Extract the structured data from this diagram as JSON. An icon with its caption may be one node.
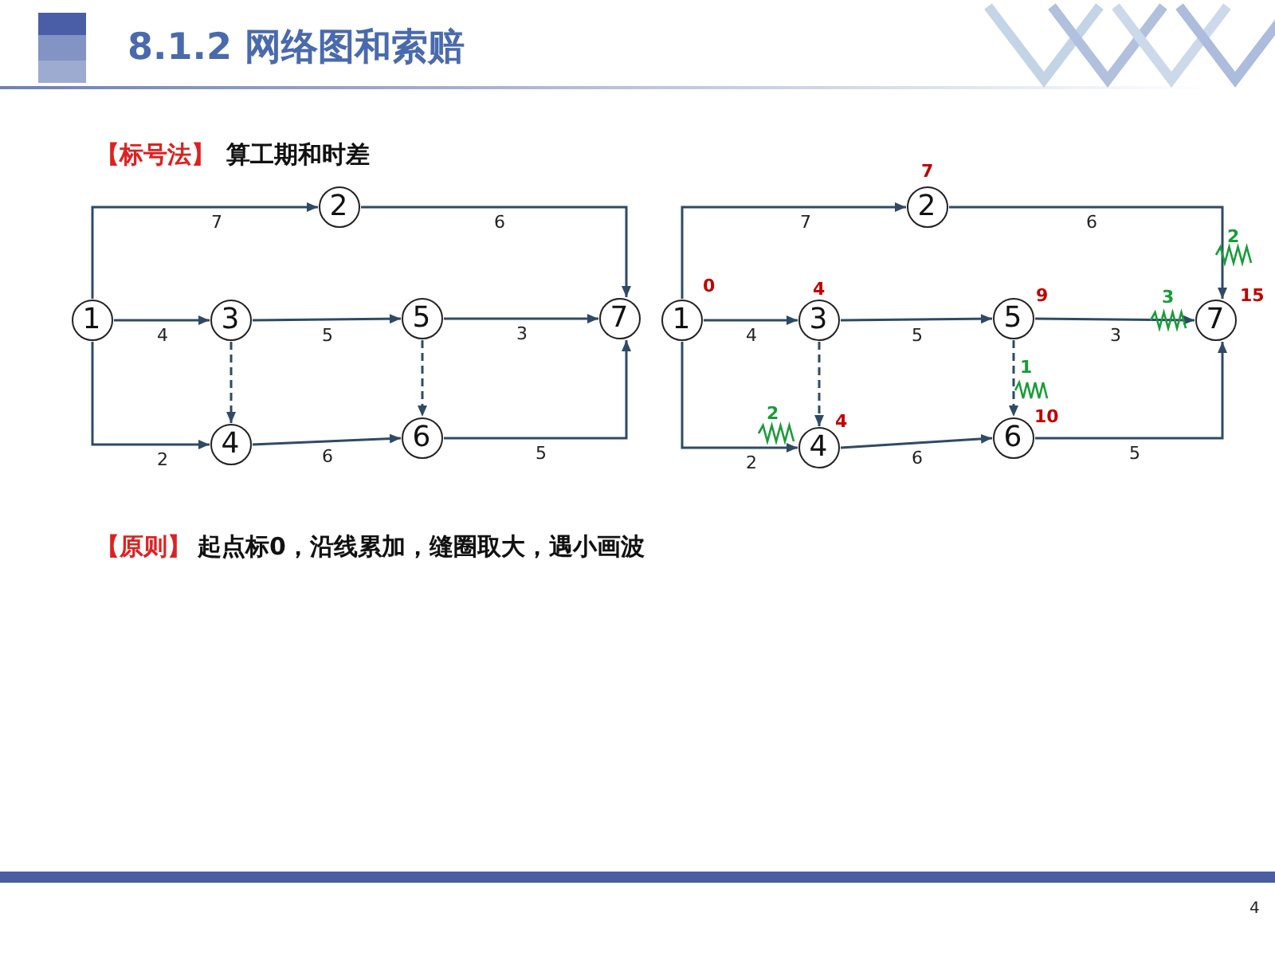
{
  "diagram": {
    "title": "8.1.2 网络图和索赔",
    "nodes": [
      {
        "text": [
          "1"
        ]
      },
      {
        "text": [
          "2"
        ]
      },
      {
        "text": [
          "3"
        ]
      },
      {
        "text": [
          "4"
        ]
      },
      {
        "text": [
          "5"
        ]
      },
      {
        "text": [
          "6"
        ]
      },
      {
        "text": [
          "7"
        ]
      },
      {
        "text": [
          "1"
        ],
        "beside": [
          "0"
        ]
      },
      {
        "text": [
          "2"
        ],
        "beside": [
          "7"
        ]
      },
      {
        "text": [
          "3"
        ],
        "beside": [
          "4"
        ]
      },
      {
        "text": [
          "4"
        ],
        "beside": [
          "4"
        ]
      },
      {
        "text": [
          "5"
        ],
        "beside": [
          "9"
        ]
      },
      {
        "text": [
          "6"
        ],
        "beside": [
          "10"
        ]
      },
      {
        "text": [
          "7"
        ],
        "beside": [
          "15"
        ]
      }
    ],
    "edges": [
      {
        "from": 0,
        "to": 1,
        "arrow": "to",
        "label": "7"
      },
      {
        "from": 1,
        "to": 6,
        "arrow": "to",
        "label": "6"
      },
      {
        "from": 0,
        "to": 2,
        "arrow": "to",
        "label": "4"
      },
      {
        "from": 2,
        "to": 4,
        "arrow": "to",
        "label": "5"
      },
      {
        "from": 4,
        "to": 6,
        "arrow": "to",
        "label": "3"
      },
      {
        "from": 0,
        "to": 3,
        "arrow": "to",
        "label": "2"
      },
      {
        "from": 2,
        "to": 3,
        "arrow": "to",
        "style": "dashed"
      },
      {
        "from": 4,
        "to": 5,
        "arrow": "to",
        "style": "dashed"
      },
      {
        "from": 3,
        "to": 5,
        "arrow": "to",
        "label": "6"
      },
      {
        "from": 5,
        "to": 6,
        "arrow": "to",
        "label": "5"
      },
      {
        "from": 7,
        "to": 8,
        "arrow": "to",
        "label": "7"
      },
      {
        "from": 8,
        "to": 13,
        "arrow": "to",
        "label": "6"
      },
      {
        "from": 7,
        "to": 9,
        "arrow": "to",
        "label": "4"
      },
      {
        "from": 9,
        "to": 11,
        "arrow": "to",
        "label": "5"
      },
      {
        "from": 11,
        "to": 13,
        "arrow": "to",
        "label": "3"
      },
      {
        "from": 7,
        "to": 10,
        "arrow": "to",
        "label": "2"
      },
      {
        "from": 9,
        "to": 10,
        "arrow": "to",
        "style": "dashed"
      },
      {
        "from": 11,
        "to": 12,
        "arrow": "to",
        "style": "dashed"
      },
      {
        "from": 10,
        "to": 12,
        "arrow": "to",
        "label": "6"
      },
      {
        "from": 12,
        "to": 13,
        "arrow": "to",
        "label": "5"
      }
    ],
    "labels": [
      "【标号法】",
      "算工期和时差",
      "2",
      "3",
      "1",
      "2",
      "【原则】",
      "起点标0，沿线累加，缝圈取大，遇小画波",
      "4"
    ]
  }
}
